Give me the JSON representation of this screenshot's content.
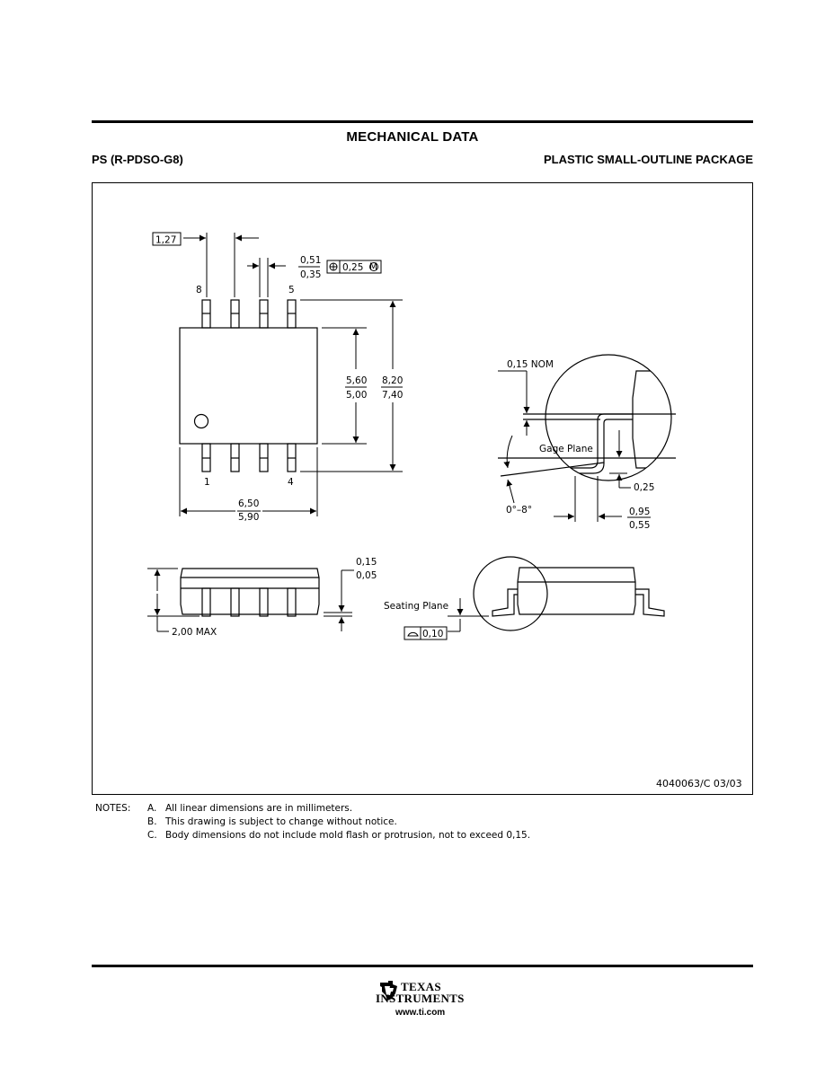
{
  "header": {
    "title": "MECHANICAL DATA",
    "package_code": "PS (R-PDSO-G8)",
    "package_name": "PLASTIC SMALL-OUTLINE PACKAGE"
  },
  "drawing": {
    "pitch": "1,27",
    "lead_width_max": "0,51",
    "lead_width_min": "0,35",
    "position_tolerance": "0,25",
    "pin_8": "8",
    "pin_5": "5",
    "pin_1": "1",
    "pin_4": "4",
    "body_width_max": "5,60",
    "body_width_min": "5,00",
    "overall_width_max": "8,20",
    "overall_width_min": "7,40",
    "body_length_max": "6,50",
    "body_length_min": "5,90",
    "standoff_max": "0,15",
    "standoff_min": "0,05",
    "height_max": "2,00 MAX",
    "seating_plane": "Seating Plane",
    "coplanarity": "0,10",
    "lead_thickness": "0,15 NOM",
    "gage_plane": "Gage Plane",
    "gage_height": "0,25",
    "angle_range": "0°–8°",
    "foot_length_max": "0,95",
    "foot_length_min": "0,55",
    "doc_number": "4040063/C 03/03"
  },
  "notes": {
    "label": "NOTES:",
    "items": [
      {
        "letter": "A.",
        "text": "All linear dimensions are in millimeters."
      },
      {
        "letter": "B.",
        "text": "This drawing is subject to change without notice."
      },
      {
        "letter": "C.",
        "text": "Body dimensions do not include mold flash or protrusion, not to exceed 0,15."
      }
    ]
  },
  "footer": {
    "brand_line1": "TEXAS",
    "brand_line2": "INSTRUMENTS",
    "url": "www.ti.com"
  }
}
